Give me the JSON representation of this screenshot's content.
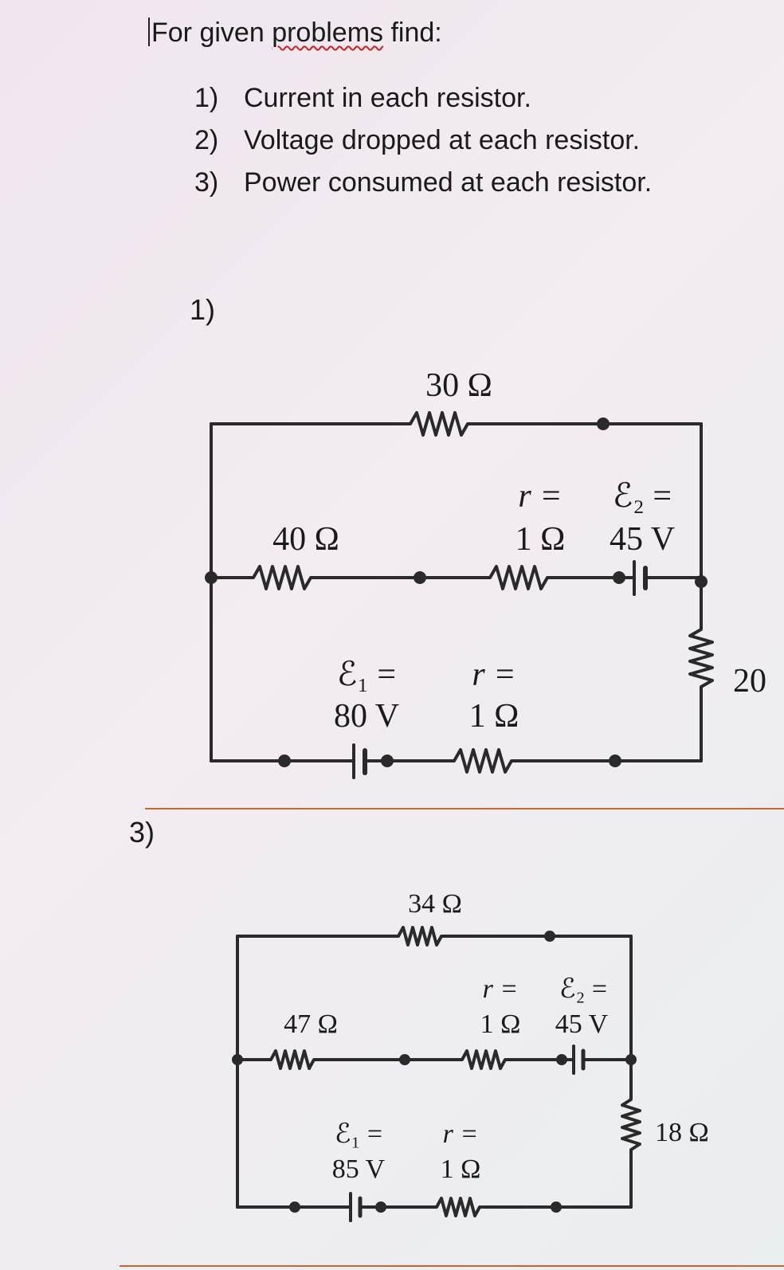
{
  "heading": {
    "prefix": "For given ",
    "underlined": "problems",
    "suffix": " find:"
  },
  "tasks": [
    {
      "num": "1)",
      "text": "Current in each resistor."
    },
    {
      "num": "2)",
      "text": "Voltage dropped at each resistor."
    },
    {
      "num": "3)",
      "text": "Power consumed at each resistor."
    }
  ],
  "problem1": {
    "label": "1)",
    "top_resistor": "30 Ω",
    "left_resistor": "40 Ω",
    "r2_line1": "r =",
    "r2_line2": "1 Ω",
    "emf2_line1": "ℰ₂ =",
    "emf2_line2": "45 V",
    "emf1_line1": "ℰ₁ =",
    "emf1_line2": "80 V",
    "r1_line1": "r =",
    "r1_line2": "1 Ω",
    "right_resistor": "20"
  },
  "problem3": {
    "label": "3)",
    "top_resistor": "34 Ω",
    "left_resistor": "47 Ω",
    "r2_line1": "r =",
    "r2_line2": "1 Ω",
    "emf2_line1": "ℰ₂ =",
    "emf2_line2": "45 V",
    "emf1_line1": "ℰ₁ =",
    "emf1_line2": "85 V",
    "r1_line1": "r =",
    "r1_line2": "1 Ω",
    "right_resistor": "18 Ω"
  },
  "colors": {
    "wire": "#2a2a2a",
    "divider": "#c8682e",
    "underline": "#d02020"
  }
}
